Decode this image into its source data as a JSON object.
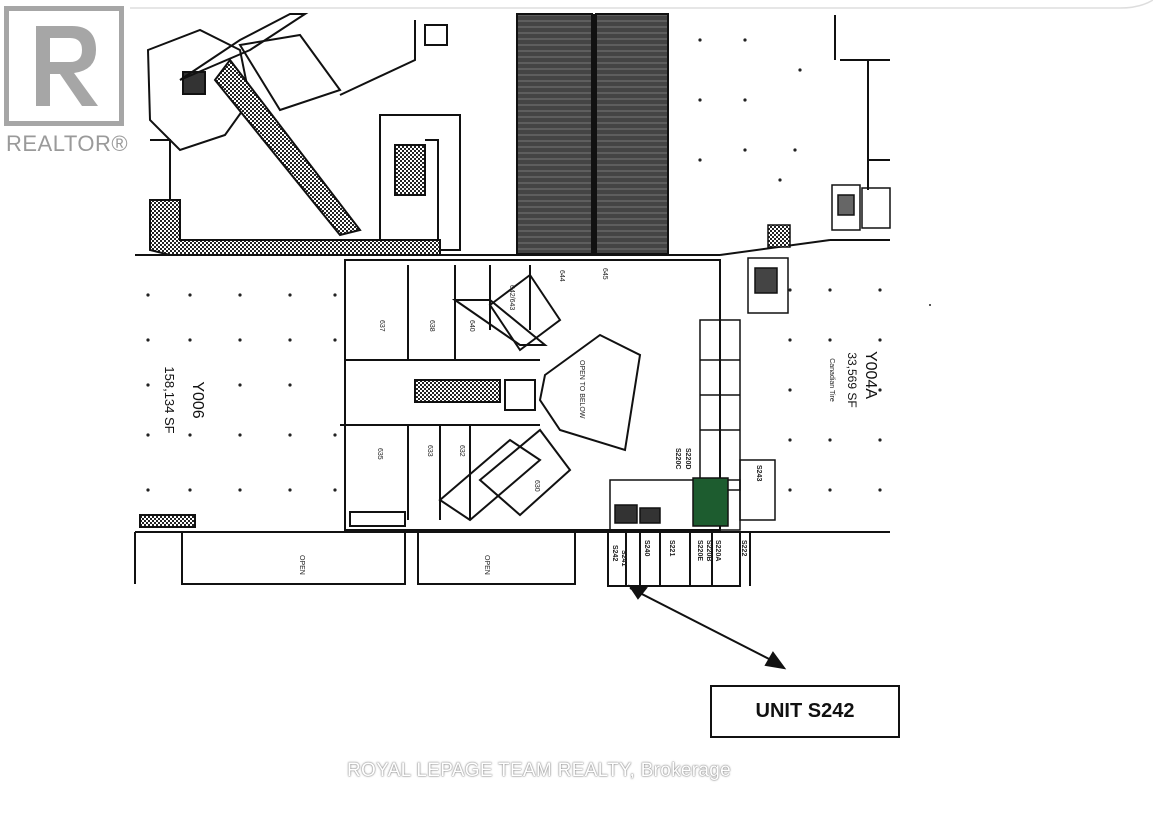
{
  "watermark": {
    "realtor_text": "REALTOR®",
    "brokerage_text": "ROYAL LEPAGE TEAM REALTY, Brokerage"
  },
  "plan": {
    "unit_callout": "UNIT S242",
    "y006_name": "Y006",
    "y006_area": "158,134 SF",
    "y004a_name": "Y004A",
    "y004a_area": "33,569 SF",
    "y004a_tenant": "Canadian Tire",
    "units": [
      "637",
      "638",
      "640",
      "642/643",
      "644",
      "645",
      "635",
      "633",
      "632",
      "630"
    ],
    "south_units": [
      "S242",
      "S241",
      "S240",
      "S221",
      "S220E",
      "S220B",
      "S220A",
      "S222",
      "S220C",
      "S220D",
      "S243"
    ],
    "open_labels": [
      "OPEN",
      "OPEN"
    ],
    "open_to_below": "OPEN TO BELOW"
  },
  "colors": {
    "line": "#111111",
    "shade": "#555555",
    "accent_green": "#2c6b3a"
  }
}
